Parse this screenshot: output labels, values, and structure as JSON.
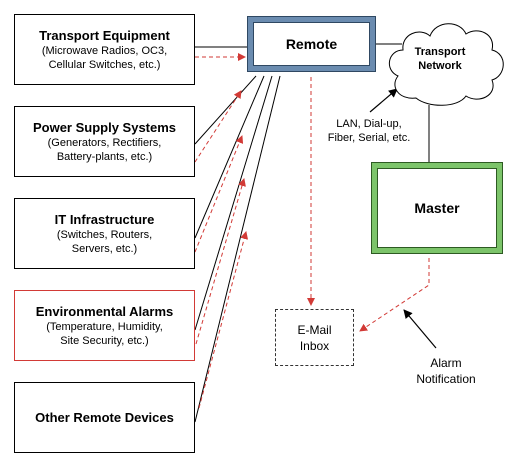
{
  "colors": {
    "remote_border": "#6b8cb0",
    "master_border": "#7cc46a",
    "alarm_box_border": "#d23a36",
    "dashed_arrow": "#d23a36",
    "line": "#000000"
  },
  "devices": [
    {
      "title": "Transport Equipment",
      "details": [
        "(Microwave Radios, OC3,",
        "Cellular Switches, etc.)"
      ]
    },
    {
      "title": "Power Supply Systems",
      "details": [
        "(Generators, Rectifiers,",
        "Battery-plants, etc.)"
      ]
    },
    {
      "title": "IT Infrastructure",
      "details": [
        "(Switches, Routers,",
        "Servers, etc.)"
      ]
    },
    {
      "title": "Environmental Alarms",
      "details": [
        "(Temperature, Humidity,",
        "Site Security, etc.)"
      ]
    },
    {
      "title": "Other Remote Devices",
      "details": []
    }
  ],
  "remote": {
    "title": "Remote"
  },
  "master": {
    "title": "Master"
  },
  "cloud": {
    "icon": "cloud-icon",
    "lines": [
      "Transport",
      "Network"
    ]
  },
  "email": {
    "lines": [
      "E-Mail",
      "Inbox"
    ]
  },
  "network_label": {
    "lines": [
      "LAN, Dial-up,",
      "Fiber, Serial, etc."
    ]
  },
  "alarm_label": {
    "lines": [
      "Alarm",
      "Notification"
    ]
  }
}
